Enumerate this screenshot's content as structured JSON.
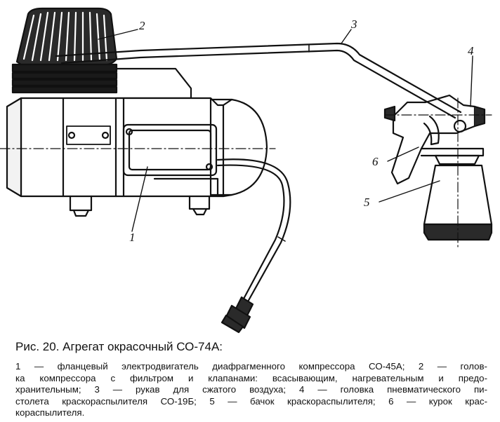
{
  "figure": {
    "callouts": {
      "c1": "1",
      "c2": "2",
      "c3": "3",
      "c4": "4",
      "c5": "5",
      "c6": "6"
    }
  },
  "caption": {
    "title": "Рис. 20. Агрегат окрасочный СО-74А:",
    "legend_lines": [
      "1 — фланцевый электродвигатель диафрагменного компрессора СО-45А; 2 — голов-",
      "ка компрессора с фильтром и клапанами: всасывающим, нагревательным и предо-",
      "хранительным; 3 — рукав для сжатого воздуха; 4 — головка пневматического пи-",
      "столета краскораспылителя СО-19Б; 5 — бачок краскораспылителя; 6 — курок крас-",
      "кораспылителя."
    ]
  }
}
